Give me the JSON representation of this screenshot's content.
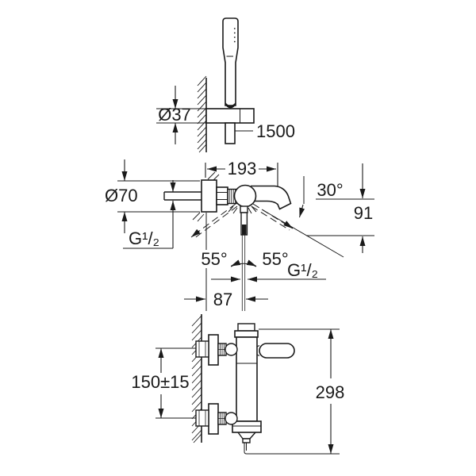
{
  "drawing": {
    "type": "dimensional-drawing",
    "subject": "wall-mounted bath mixer with hand shower set",
    "colors": {
      "line": "#1a1a1a",
      "background": "#ffffff"
    },
    "views": {
      "hand_shower": {
        "labels": {
          "holder_diameter": "Ø37",
          "hose_length": "1500"
        }
      },
      "plan": {
        "labels": {
          "projection": "193",
          "escutcheon_diameter": "Ø70",
          "inlet_thread": "G¹/₂",
          "spout_angle": "30°",
          "outlet_drop": "91",
          "swivel_left": "55°",
          "swivel_right": "55°",
          "outlet_thread": "G¹/₂",
          "lever_projection": "87"
        }
      },
      "front": {
        "labels": {
          "connection_distance": "150±15",
          "overall_height": "298"
        }
      }
    }
  }
}
